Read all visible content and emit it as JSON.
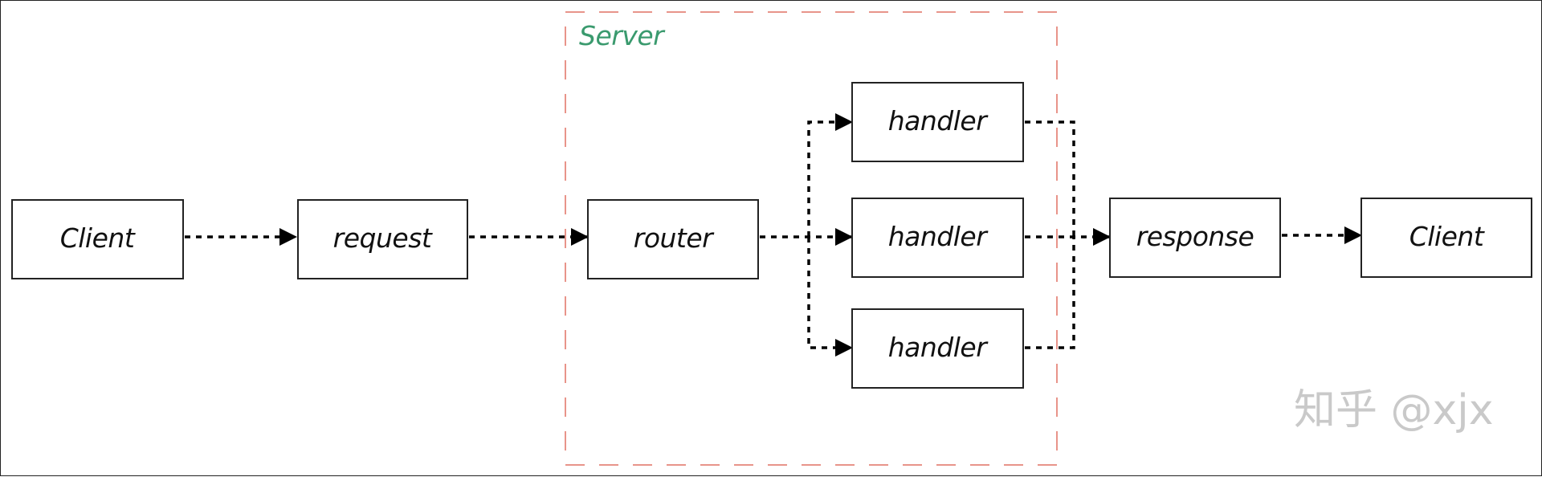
{
  "diagram": {
    "group": {
      "label": "Server",
      "label_color": "#3a9a6e",
      "border_color": "#e8948a"
    },
    "nodes": {
      "client_left": "Client",
      "request": "request",
      "router": "router",
      "handler_top": "handler",
      "handler_middle": "handler",
      "handler_bottom": "handler",
      "response": "response",
      "client_right": "Client"
    },
    "edges": [
      {
        "from": "client_left",
        "to": "request",
        "style": "dotted"
      },
      {
        "from": "request",
        "to": "router",
        "style": "dotted"
      },
      {
        "from": "router",
        "to": "handler_top",
        "style": "dotted"
      },
      {
        "from": "router",
        "to": "handler_middle",
        "style": "dotted"
      },
      {
        "from": "router",
        "to": "handler_bottom",
        "style": "dotted"
      },
      {
        "from": "handler_top",
        "to": "response",
        "style": "dotted"
      },
      {
        "from": "handler_middle",
        "to": "response",
        "style": "dotted"
      },
      {
        "from": "handler_bottom",
        "to": "response",
        "style": "dotted"
      },
      {
        "from": "response",
        "to": "client_right",
        "style": "dotted"
      }
    ]
  },
  "watermark": {
    "text": "知乎 @xjx"
  }
}
